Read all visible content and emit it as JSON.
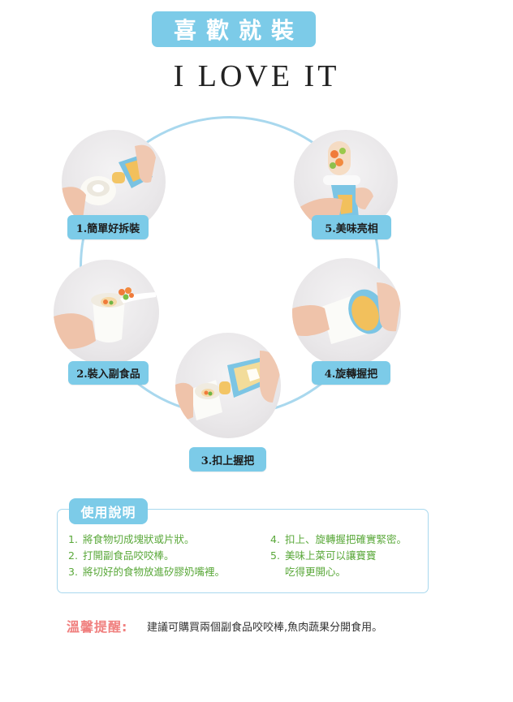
{
  "header": {
    "title": "喜歡就裝",
    "subtitle": "I LOVE IT"
  },
  "colors": {
    "accent_blue": "#7ccbe8",
    "ring_blue": "#a9d8ee",
    "instruction_green": "#5aa83a",
    "tip_pink": "#f0807f"
  },
  "steps": [
    {
      "label": "1.簡單好拆裝",
      "image": "hands-separating-teether-handle-from-base"
    },
    {
      "label": "2.裝入副食品",
      "image": "spoon-adding-vegetables-into-silicone-base"
    },
    {
      "label": "3.扣上握把",
      "image": "attaching-handle-onto-filled-base"
    },
    {
      "label": "4.旋轉握把",
      "image": "twisting-handle-to-lock"
    },
    {
      "label": "5.美味亮相",
      "image": "assembled-teether-with-visible-food"
    }
  ],
  "instructions": {
    "title": "使用說明",
    "left": [
      {
        "num": "1.",
        "text": "將食物切成塊狀或片狀。"
      },
      {
        "num": "2.",
        "text": "打開副食品咬咬棒。"
      },
      {
        "num": "3.",
        "text": "將切好的食物放進矽膠奶嘴裡。"
      }
    ],
    "right": [
      {
        "num": "4.",
        "text": "扣上、旋轉握把確實緊密。"
      },
      {
        "num": "5.",
        "text": "美味上菜可以讓寶寶",
        "cont": "吃得更開心。"
      }
    ]
  },
  "tip": {
    "label": "溫馨提醒:",
    "text": "建議可購買兩個副食品咬咬棒,魚肉蔬果分開食用。"
  }
}
